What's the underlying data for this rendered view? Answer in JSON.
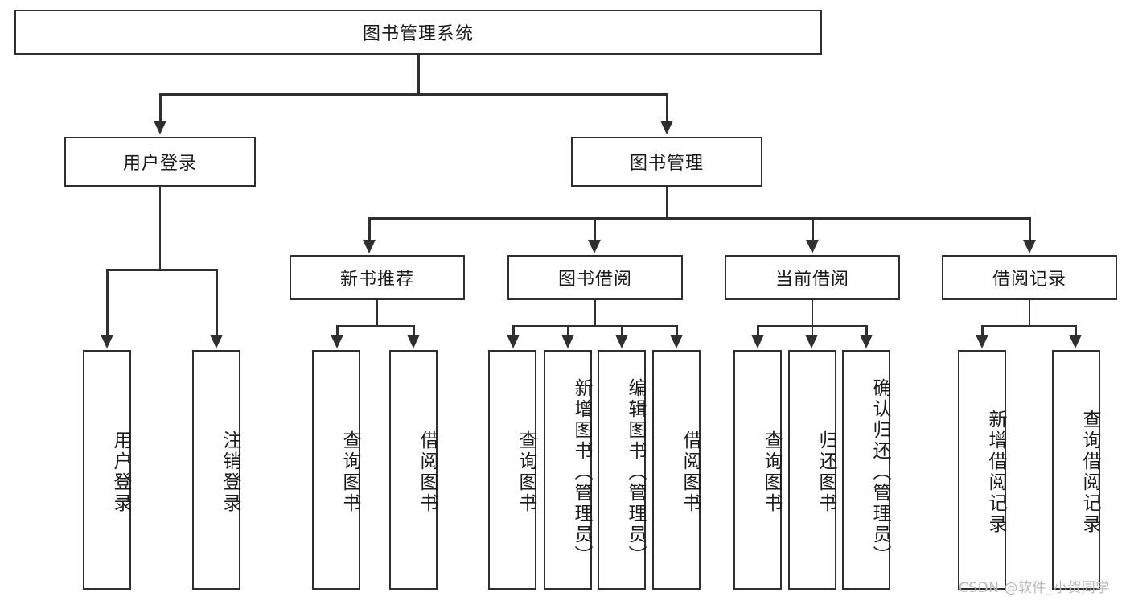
{
  "diagram": {
    "type": "hierarchy-tree",
    "title_node": {
      "label": "图书管理系统"
    },
    "level2": [
      {
        "label": "用户登录"
      },
      {
        "label": "图书管理"
      }
    ],
    "level3": [
      {
        "label": "新书推荐"
      },
      {
        "label": "图书借阅"
      },
      {
        "label": "当前借阅"
      },
      {
        "label": "借阅记录"
      }
    ],
    "leaves": {
      "user_login": [
        {
          "label": "用户登录"
        },
        {
          "label": "注销登录"
        }
      ],
      "new_book_recommend": [
        {
          "label": "查询图书"
        },
        {
          "label": "借阅图书"
        }
      ],
      "book_borrow": [
        {
          "label": "查询图书"
        },
        {
          "label": "新增图书（管理员）"
        },
        {
          "label": "编辑图书（管理员）"
        },
        {
          "label": "借阅图书"
        }
      ],
      "current_borrow": [
        {
          "label": "查询图书"
        },
        {
          "label": "归还图书"
        },
        {
          "label": "确认归还（管理员）"
        }
      ],
      "borrow_record": [
        {
          "label": "新增借阅记录"
        },
        {
          "label": "查询借阅记录"
        }
      ]
    }
  },
  "watermark": {
    "text": "CSDN @软件_小贺同学"
  },
  "colors": {
    "stroke": "#2f2f2f",
    "background": "#ffffff",
    "text": "#1a1a1a",
    "watermark": "#b9b9b9"
  }
}
